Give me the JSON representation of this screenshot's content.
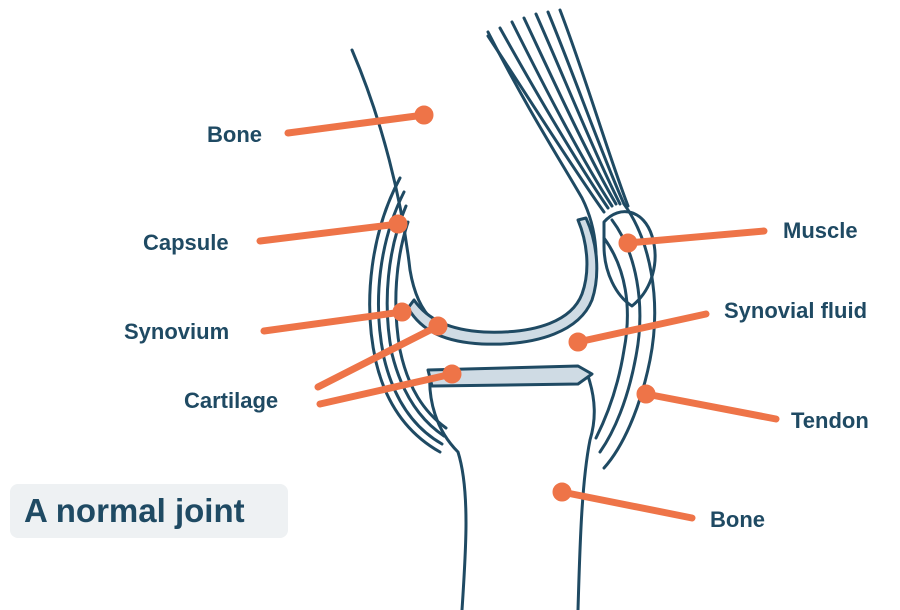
{
  "caption": "A normal joint",
  "labels": {
    "bone_top": "Bone",
    "capsule": "Capsule",
    "synovium": "Synovium",
    "cartilage": "Cartilage",
    "muscle": "Muscle",
    "synovial_fluid": "Synovial fluid",
    "tendon": "Tendon",
    "bone_bottom": "Bone"
  },
  "colors": {
    "outline": "#1f4a63",
    "cartilage_fill": "#cfdbe4",
    "leader": "#ee7448",
    "label_text": "#1f4a63",
    "caption_bg": "#eef1f3"
  }
}
